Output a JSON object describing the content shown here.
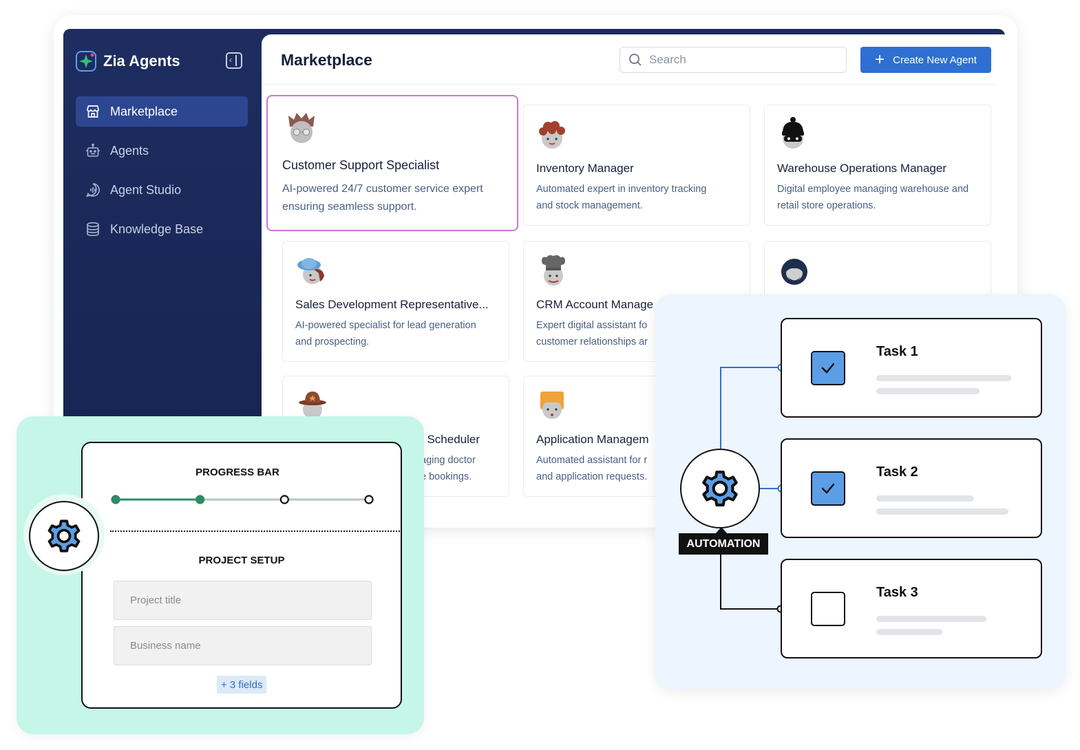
{
  "sidebar": {
    "app_name": "Zia Agents",
    "collapse_icon": "sidebar-collapse-icon",
    "items": [
      {
        "label": "Marketplace",
        "icon": "store-icon",
        "active": true
      },
      {
        "label": "Agents",
        "icon": "robot-icon",
        "active": false
      },
      {
        "label": "Agent Studio",
        "icon": "chat-wave-icon",
        "active": false
      },
      {
        "label": "Knowledge Base",
        "icon": "database-icon",
        "active": false
      }
    ]
  },
  "header": {
    "title": "Marketplace",
    "search_placeholder": "Search",
    "create_label": "Create New Agent"
  },
  "cards": [
    {
      "title": "Customer Support Specialist",
      "desc": [
        "AI-powered 24/7 customer service expert",
        "ensuring seamless support."
      ],
      "avatar": "avatar-spiky-hair"
    },
    {
      "title": "Inventory Manager",
      "desc": [
        "Automated expert in inventory tracking",
        "and stock management."
      ],
      "avatar": "avatar-curly-hair"
    },
    {
      "title": "Warehouse Operations Manager",
      "desc": [
        "Digital employee managing warehouse and",
        "retail store operations."
      ],
      "avatar": "avatar-beanie"
    },
    {
      "title": "Sales Development Representative...",
      "desc": [
        "AI-powered specialist for lead generation",
        "and prospecting."
      ],
      "avatar": "avatar-blue-hat"
    },
    {
      "title": "CRM Account Manage",
      "desc": [
        "Expert digital assistant fo",
        "customer relationships ar"
      ],
      "avatar": "avatar-chef-hat"
    },
    {
      "title": "",
      "desc": [],
      "avatar": "avatar-hooded"
    },
    {
      "title": "t Scheduler",
      "desc": [
        "aging doctor",
        "e bookings."
      ],
      "avatar": "avatar-cowboy-hat"
    },
    {
      "title": "Application Managem",
      "desc": [
        "Automated assistant for r",
        "and application requests."
      ],
      "avatar": "avatar-orange-hair"
    }
  ],
  "progress_panel": {
    "progress_label": "PROGRESS BAR",
    "setup_label": "PROJECT SETUP",
    "fields": [
      "Project title",
      "Business name"
    ],
    "more_fields": "+ 3 fields",
    "accent": "#2e8b64",
    "progress": {
      "completed_steps": 2,
      "total_steps": 4
    }
  },
  "automation": {
    "label": "AUTOMATION",
    "tasks": [
      {
        "title": "Task 1",
        "checked": true
      },
      {
        "title": "Task 2",
        "checked": true
      },
      {
        "title": "Task 3",
        "checked": false
      }
    ]
  },
  "colors": {
    "sidebar_bg": "#1c2b5a",
    "primary": "#2f6fd1",
    "selected_border": "#c47bd2",
    "progress_bg": "#c6f6e8",
    "automation_bg": "#edf5fe",
    "check_fill": "#5b9ee6"
  }
}
